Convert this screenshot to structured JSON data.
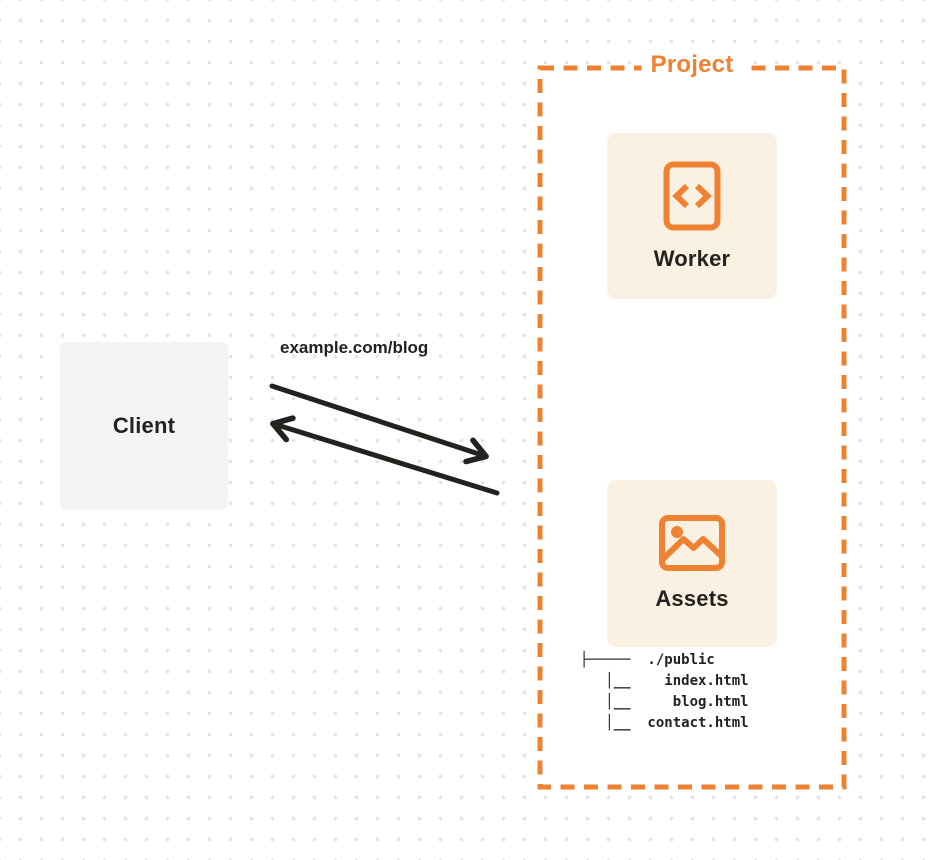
{
  "canvas": {
    "accent_orange": "#ef8232",
    "card_background": "#fbf1e3",
    "client_background": "#f4f4f5",
    "ink": "#23221e",
    "dot_grid_color": "#e2e2e4"
  },
  "client": {
    "label": "Client"
  },
  "request": {
    "label": "example.com/blog"
  },
  "project": {
    "label": "Project",
    "worker": {
      "label": "Worker",
      "icon": "code-file-icon"
    },
    "assets": {
      "label": "Assets",
      "icon": "image-icon",
      "tree": [
        "├─────  ./public",
        "   │__    index.html",
        "   │__     blog.html",
        "   │__  contact.html"
      ]
    }
  }
}
